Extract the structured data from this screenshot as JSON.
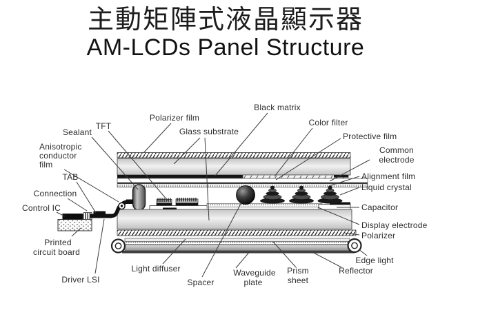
{
  "page": {
    "background": "#ffffff"
  },
  "title": {
    "zh": "主動矩陣式液晶顯示器",
    "en": "AM-LCDs Panel Structure"
  },
  "diagram": {
    "type": "lcd-panel-cross-section",
    "colors": {
      "ink": "#2b2b2b",
      "layer_dark": "#161616",
      "glass_fill": "#d9d9d9",
      "waveguide_fill": "#a8a8a8",
      "background": "#ffffff"
    },
    "labels": {
      "black_matrix": "Black matrix",
      "polarizer_film": "Polarizer film",
      "color_filter": "Color filter",
      "tft": "TFT",
      "glass_substrate": "Glass substrate",
      "sealant": "Sealant",
      "protective_film": "Protective film",
      "anisotropic_1": "Anisotropic",
      "anisotropic_2": "conductor",
      "anisotropic_3": "film",
      "common_electrode_1": "Common",
      "common_electrode_2": "electrode",
      "tab": "TAB",
      "alignment_film": "Alignment film",
      "liquid_crystal": "Liquid crystal",
      "connection": "Connection",
      "control_ic": "Control IC",
      "capacitor": "Capacitor",
      "display_electrode": "Display electrode",
      "polarizer_bottom": "Polarizer",
      "pcb_1": "Printed",
      "pcb_2": "circuit board",
      "edge_light": "Edge light",
      "driver_lsi": "Driver LSI",
      "light_diffuser": "Light diffuser",
      "reflector": "Reflector",
      "spacer": "Spacer",
      "waveguide_1": "Waveguide",
      "waveguide_2": "plate",
      "prism_1": "Prism",
      "prism_2": "sheet"
    }
  }
}
